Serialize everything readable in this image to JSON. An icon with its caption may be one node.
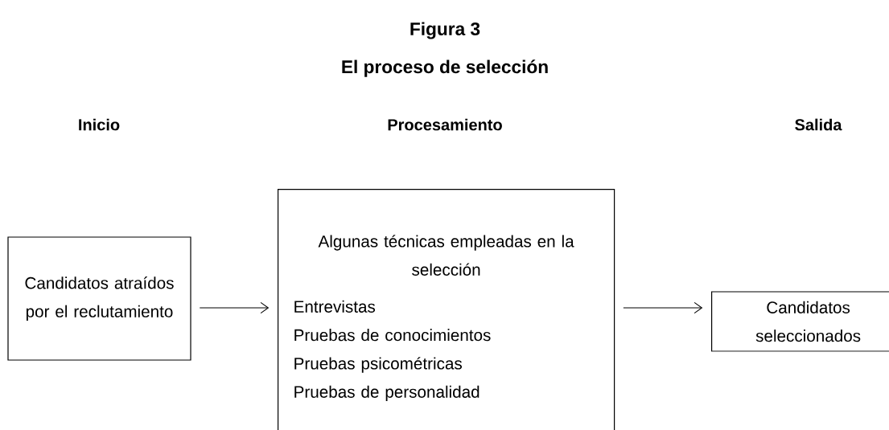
{
  "diagram": {
    "title": "Figura 3",
    "caption": "El proceso de selección",
    "nodes": [
      {
        "text": [
          "Candidatos atraídos por el reclutamiento"
        ]
      },
      {
        "text": [
          "Algunas técnicas empleadas en la selección",
          "Entrevistas",
          "Pruebas de conocimientos",
          "Pruebas psicométricas",
          "Pruebas de personalidad"
        ]
      },
      {
        "text": [
          "Candidatos seleccionados"
        ]
      }
    ],
    "edges": [
      {
        "from": 0,
        "to": 1,
        "arrow": "to"
      },
      {
        "from": 1,
        "to": 2,
        "arrow": "to"
      }
    ],
    "labels": [
      "Inicio",
      "Procesamiento",
      "Salida"
    ]
  }
}
